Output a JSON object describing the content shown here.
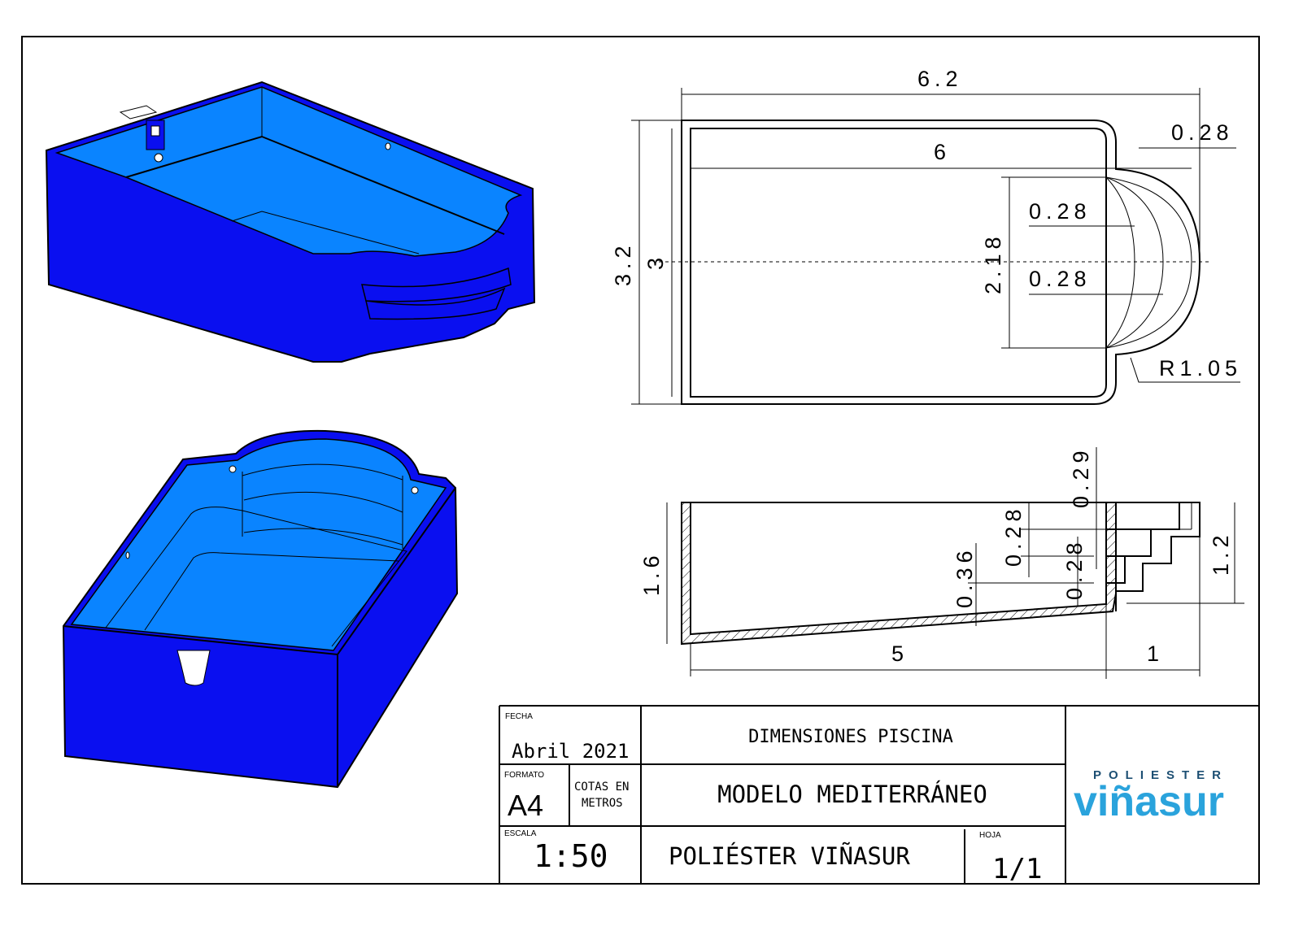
{
  "colors": {
    "pool_outer": "#0a0ff0",
    "pool_inner": "#0a84ff",
    "logo_dark": "#1d4f73",
    "logo_light": "#2aa3dc"
  },
  "top_view": {
    "total_length": "6.2",
    "inner_length": "6",
    "total_width": "3.2",
    "inner_width": "3",
    "step_opening": "2.18",
    "step_depth_1": "0.28",
    "step_depth_2": "0.28",
    "step_depth_3": "0.28",
    "radius": "R1.05"
  },
  "side_view": {
    "max_depth": "1.6",
    "step_depth_total": "1.2",
    "step_rise_top": "0.29",
    "step_rise_2": "0.28",
    "step_rise_3": "0.28",
    "step_rise_4": "0.36",
    "main_length": "5",
    "step_length": "1"
  },
  "title_block": {
    "date_label": "FECHA",
    "date_value": "Abril 2021",
    "format_label": "FORMATO",
    "format_value": "A4",
    "units_line1": "COTAS EN",
    "units_line2": "METROS",
    "scale_label": "ESCALA",
    "scale_value": "1:50",
    "title": "DIMENSIONES PISCINA",
    "model": "MODELO MEDITERRÁNEO",
    "company": "POLIÉSTER VIÑASUR",
    "sheet_label": "HOJA",
    "sheet_value": "1/1"
  },
  "logo": {
    "top": "POLIESTER",
    "brand": "viñasur"
  }
}
